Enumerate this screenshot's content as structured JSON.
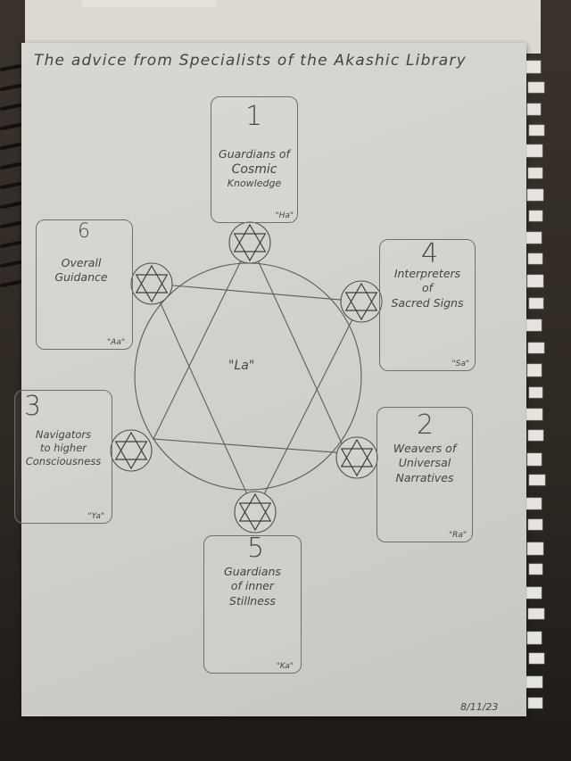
{
  "title": "The advice from Specialists of the Akashic Library",
  "center_label": "\"La\"",
  "date": "8/11/23",
  "cards": [
    {
      "number": "1",
      "lines": [
        "Guardians of",
        "Cosmic",
        "Knowledge"
      ],
      "sound": "\"Ha\""
    },
    {
      "number": "2",
      "lines": [
        "Weavers of",
        "Universal",
        "Narratives"
      ],
      "sound": "\"Ra\""
    },
    {
      "number": "3",
      "lines": [
        "Navigators",
        "to higher",
        "Consciousness"
      ],
      "sound": "\"Ya\""
    },
    {
      "number": "4",
      "lines": [
        "Interpreters",
        "of",
        "Sacred Signs"
      ],
      "sound": "\"Sa\""
    },
    {
      "number": "5",
      "lines": [
        "Guardians",
        "of inner",
        "Stillness"
      ],
      "sound": "\"Ka\""
    },
    {
      "number": "6",
      "lines": [
        "Overall",
        "Guidance"
      ],
      "sound": "\"Aa\""
    }
  ]
}
